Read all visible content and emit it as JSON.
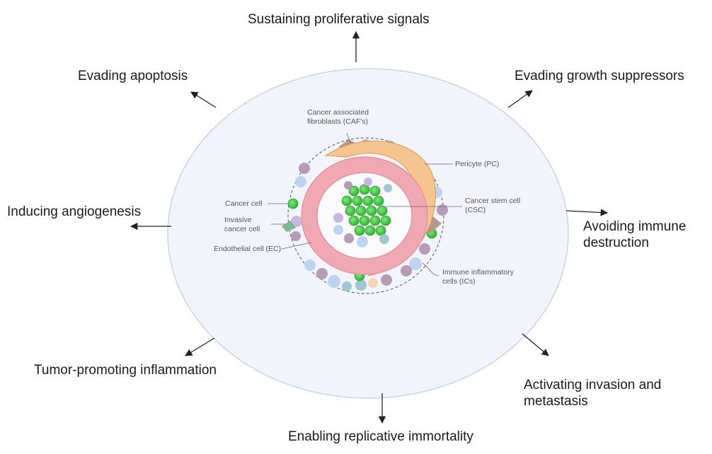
{
  "hallmarks": {
    "top": "Sustaining proliferative signals",
    "top_left": "Evading apoptosis",
    "top_right": "Evading growth suppressors",
    "left": "Inducing angiogenesis",
    "right": "Avoiding immune destruction",
    "bottom_left": "Tumor-promoting inflammation",
    "bottom_right": "Activating invasion and metastasis",
    "bottom": "Enabling replicative immortality"
  },
  "cell_labels": {
    "caf": "Cancer associated fibroblasts (CAF's)",
    "pericyte": "Pericyte (PC)",
    "cancer_cell": "Cancer cell",
    "invasive": "Invasive cancer cell",
    "endothelial": "Endothelial cell (EC)",
    "csc": "Cancer stem cell (CSC)",
    "immune": "Immune inflammatory cells (ICs)"
  },
  "colors": {
    "ellipse_fill": "#f1f5fb",
    "ellipse_stroke": "#c9d6e6",
    "pericyte": "#f6c48f",
    "endothelial": "#f0a9b3",
    "cancer_cell": "#3fce3f",
    "fibroblast": "#b29a8c",
    "immune_blue": "#bcd3f2",
    "immune_purple": "#b79cb8",
    "arrow": "#222222"
  }
}
